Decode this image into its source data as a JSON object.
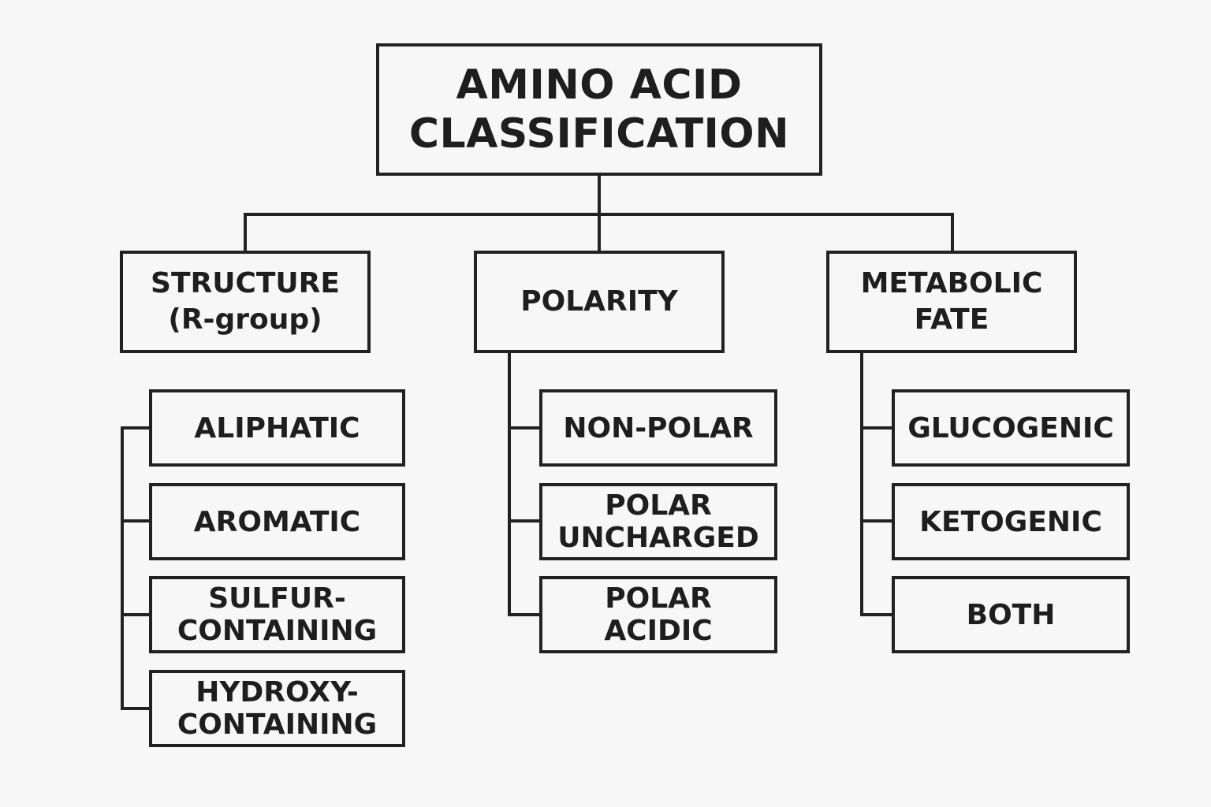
{
  "root": {
    "line1": "AMINO ACID",
    "line2": "CLASSIFICATION"
  },
  "categories": [
    {
      "line1": "STRUCTURE",
      "line2": "(R-group)",
      "children": [
        {
          "line1": "ALIPHATIC",
          "line2": ""
        },
        {
          "line1": "AROMATIC",
          "line2": ""
        },
        {
          "line1": "SULFUR-",
          "line2": "CONTAINING"
        },
        {
          "line1": "HYDROXY-",
          "line2": "CONTAINING"
        }
      ]
    },
    {
      "line1": "POLARITY",
      "line2": "",
      "children": [
        {
          "line1": "NON-POLAR",
          "line2": ""
        },
        {
          "line1": "POLAR",
          "line2": "UNCHARGED"
        },
        {
          "line1": "POLAR",
          "line2": "ACIDIC"
        }
      ]
    },
    {
      "line1": "METABOLIC",
      "line2": "FATE",
      "children": [
        {
          "line1": "GLUCOGENIC",
          "line2": ""
        },
        {
          "line1": "KETOGENIC",
          "line2": ""
        },
        {
          "line1": "BOTH",
          "line2": ""
        }
      ]
    }
  ]
}
